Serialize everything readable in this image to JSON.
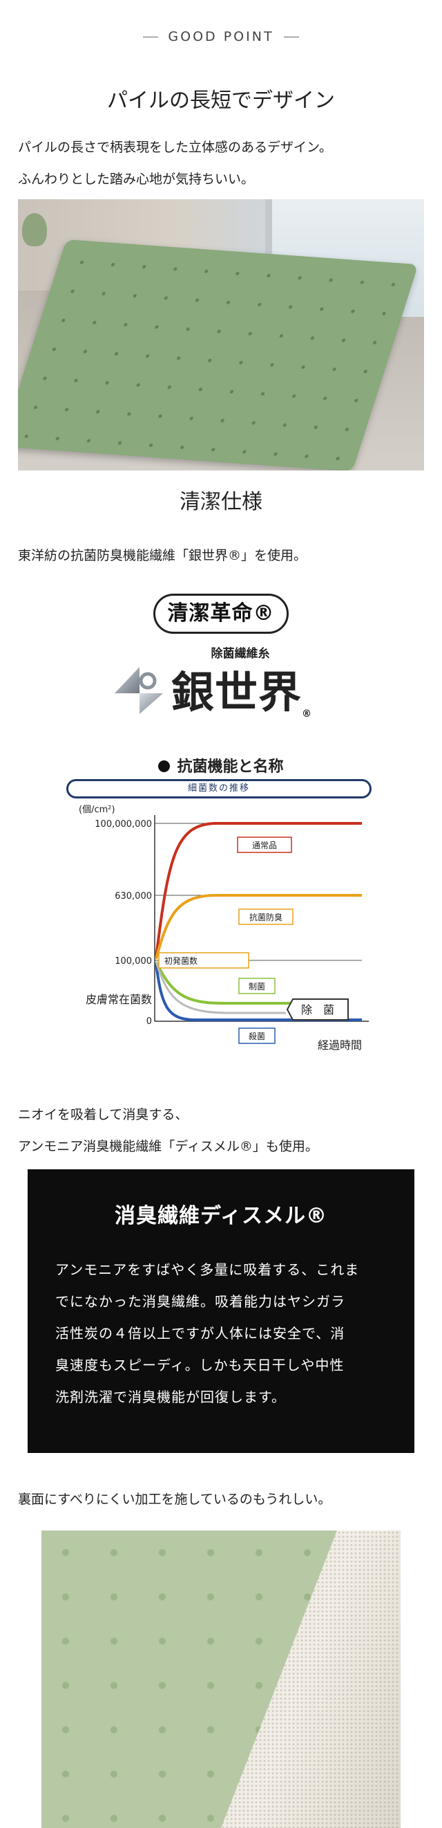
{
  "header": {
    "eyebrow": "GOOD POINT"
  },
  "section1": {
    "title": "パイルの長短でデザイン",
    "lines": [
      "パイルの長さで柄表現をした立体感のあるデザイン。",
      "ふんわりとした踏み心地が気持ちいい。"
    ]
  },
  "section2": {
    "title": "清潔仕様",
    "line": "東洋紡の抗菌防臭機能繊維「銀世界®」を使用。",
    "logo_badge": "清潔革命®",
    "logo_sub": "除菌繊維糸",
    "logo_main": "銀世界",
    "logo_reg": "®"
  },
  "chart_data": {
    "type": "line",
    "title": "抗菌機能と名称",
    "banner": "細菌数の推移",
    "ylabel_unit": "(個/cm²)",
    "ylabel": "皮膚常在菌数",
    "xlabel": "経過時間",
    "yticks": [
      "100,000,000",
      "630,000",
      "100,000",
      "0"
    ],
    "series": [
      {
        "name": "通常品",
        "color": "#c8301e"
      },
      {
        "name": "抗菌防臭",
        "color": "#e8a21a"
      },
      {
        "name": "制菌",
        "color": "#8ac23a"
      },
      {
        "name": "殺菌",
        "color": "#2a5ab0"
      }
    ],
    "initial_label": "初発菌数",
    "removal_label": "除　菌"
  },
  "section3": {
    "lines": [
      "ニオイを吸着して消臭する、",
      "アンモニア消臭機能繊維「ディスメル®」も使用。"
    ],
    "box_title": "消臭繊維ディスメル®",
    "box_lines": [
      "アンモニアをすばやく多量に吸着する、これま",
      "でになかった消臭繊維。吸着能力はヤシガラ",
      "活性炭の４倍以上ですが人体には安全で、消",
      "臭速度もスピーディ。しかも天日干しや中性",
      "洗剤洗濯で消臭機能が回復します。"
    ]
  },
  "section4": {
    "line": "裏面にすべりにくい加工を施しているのもうれしい。"
  }
}
